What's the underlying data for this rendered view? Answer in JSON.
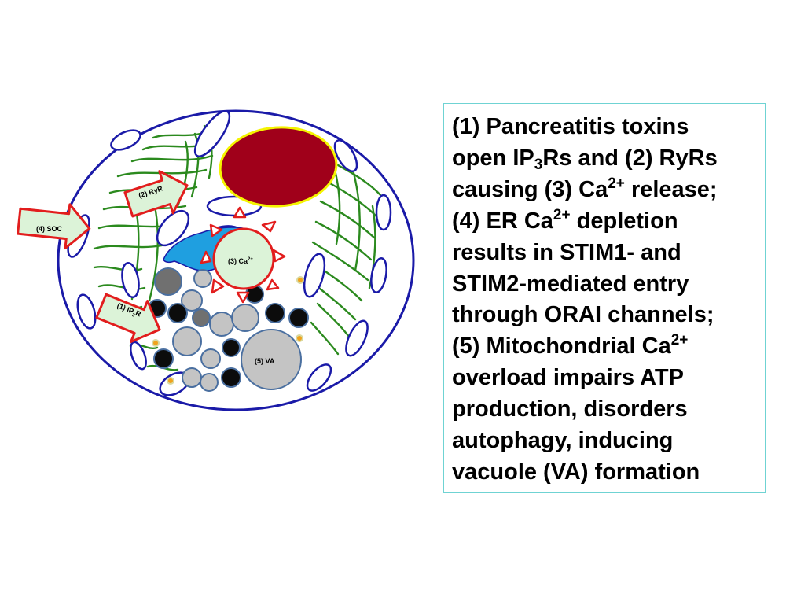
{
  "diagram": {
    "labels": {
      "soc": "(4) SOC",
      "ryr": "(2) RyR",
      "ip3r_prefix": "(1) IP",
      "ip3r_sub": "3",
      "ip3r_suffix": "R",
      "ca_prefix": "(3) Ca",
      "ca_sup": "2+",
      "va": "(5) VA"
    },
    "colors": {
      "cell_border": "#1a1aa8",
      "er": "#2b8a1e",
      "nucleus": "#a0001a",
      "nucleus_rim": "#f4f400",
      "lumen": "#1f9fe0",
      "arrow_fill": "#dcf3d8",
      "arrow_stroke": "#e21d1d",
      "vesicle_light": "#c4c4c4",
      "vesicle_dark": "#707070",
      "vesicle_black": "#0c0c0c",
      "mito_dot": "#f0a31c"
    }
  },
  "caption": {
    "l1": "(1) Pancreatitis toxins",
    "l2a": "open IP",
    "l2sub": "3",
    "l2b": "Rs and (2) RyRs",
    "l3a": "causing (3) Ca",
    "l3sup": "2+",
    "l3b": " release;",
    "l4a": "(4) ER Ca",
    "l4sup": "2+",
    "l4b": " depletion",
    "l5": "results in STIM1- and",
    "l6": "STIM2-mediated entry",
    "l7": "through ORAI channels;",
    "l8a": "(5) Mitochondrial Ca",
    "l8sup": "2+",
    "l9": "overload impairs ATP",
    "l10": "production, disorders",
    "l11": "autophagy, inducing",
    "l12": "vacuole (VA) formation"
  }
}
